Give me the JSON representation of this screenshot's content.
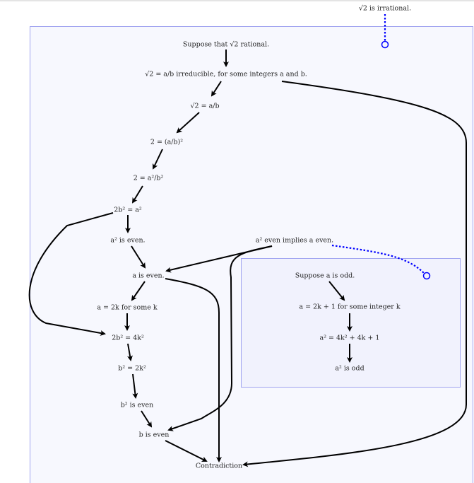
{
  "diagram": {
    "goal": "√2 is irrational.",
    "nodes": {
      "suppose": "Suppose that √2 rational.",
      "irreducible": "√2 = a/b irreducible, for some integers a and b.",
      "sqrt_eq": "√2 = a/b",
      "squared": "2 = (a/b)²",
      "fraction": "2 = a²/b²",
      "two_b_sq": "2b² = a²",
      "a_sq_even": "a² is even.",
      "lemma": "a² even implies a even.",
      "a_even": "a is even.",
      "a_2k": "a = 2k for some k",
      "two_b_sq_4k": "2b² = 4k²",
      "b_sq_2k": "b² = 2k²",
      "b_sq_even": "b² is even",
      "b_even": "b is even",
      "contradiction": "Contradiction"
    },
    "lemma_proof": {
      "suppose_odd": "Suppose a is odd.",
      "a_odd_form": "a = 2k + 1 for some integer k",
      "a_sq_expand": "a² = 4k² + 4k + 1",
      "a_sq_odd": "a² is odd"
    },
    "colors": {
      "outer_box": "#f7f8fe",
      "inner_box": "#f1f2fd",
      "border": "#a0a4f0",
      "link": "#0000ff"
    }
  }
}
